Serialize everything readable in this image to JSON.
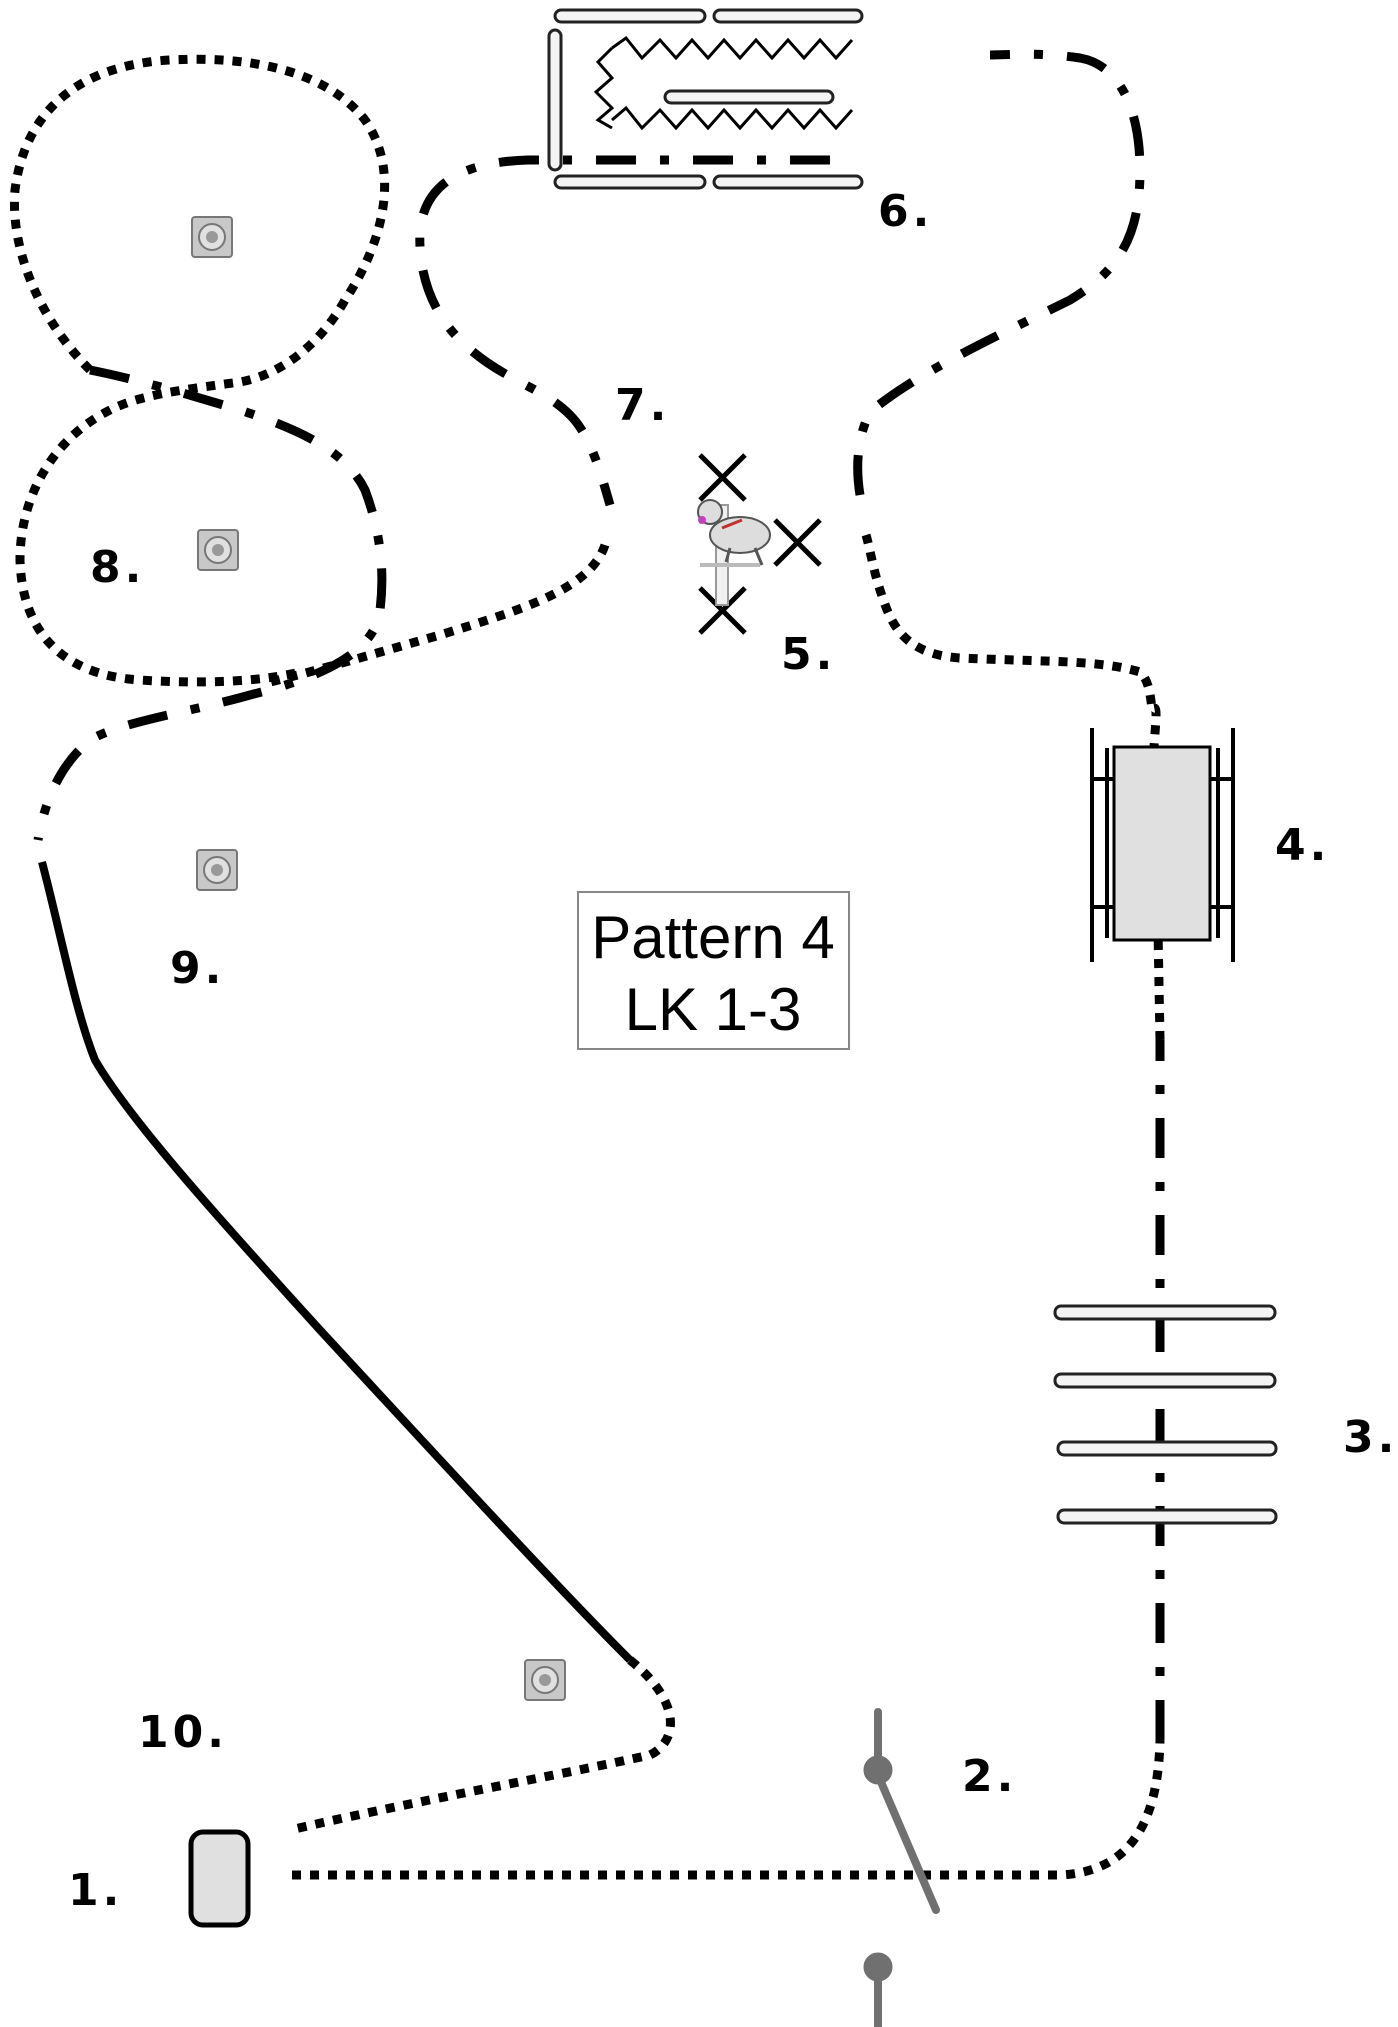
{
  "title_box": {
    "line1": "Pattern 4",
    "line2": "LK 1-3"
  },
  "stations": [
    {
      "id": "1",
      "label": "1.",
      "obstacle": "start-box"
    },
    {
      "id": "2",
      "label": "2.",
      "obstacle": "pole-weave-gate"
    },
    {
      "id": "3",
      "label": "3.",
      "obstacle": "bar-jumps"
    },
    {
      "id": "4",
      "label": "4.",
      "obstacle": "tunnel"
    },
    {
      "id": "5",
      "label": "5.",
      "obstacle": "dog-pole-x"
    },
    {
      "id": "6",
      "label": "6.",
      "obstacle": "chute-tunnel"
    },
    {
      "id": "7",
      "label": "7.",
      "obstacle": "none"
    },
    {
      "id": "8",
      "label": "8.",
      "obstacle": "cone"
    },
    {
      "id": "9",
      "label": "9.",
      "obstacle": "cone"
    },
    {
      "id": "10",
      "label": "10.",
      "obstacle": "cone"
    }
  ],
  "legend_styles": {
    "line_color": "#000000",
    "obstacle_fill": "#e0e0e0",
    "pole_gray": "#707070"
  },
  "icons": [
    "cone-icon",
    "dog-icon",
    "x-mark-icon",
    "start-box-icon"
  ]
}
